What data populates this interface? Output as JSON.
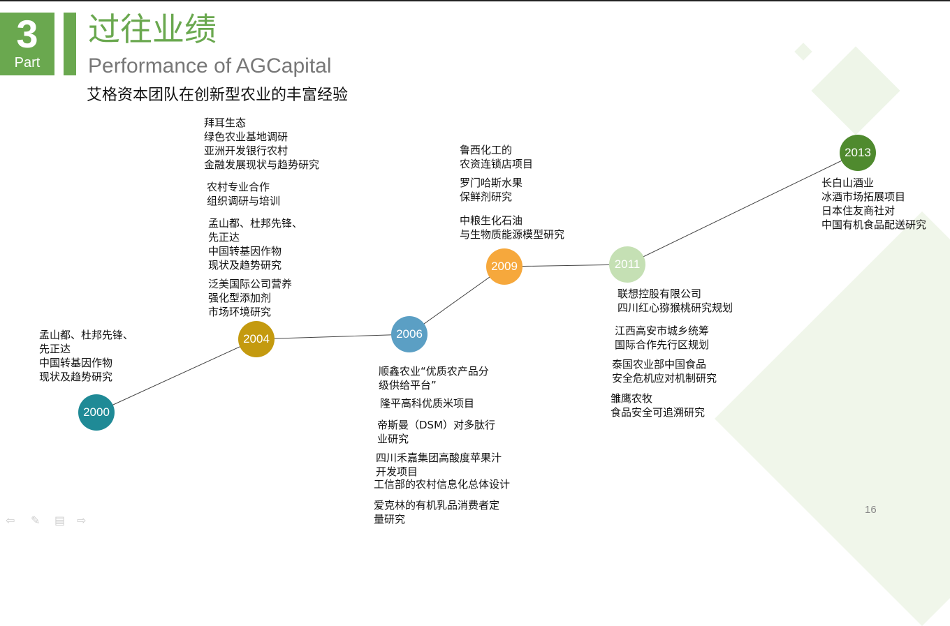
{
  "header": {
    "part_number": "3",
    "part_label": "Part",
    "title": "过往业绩",
    "subtitle": "Performance of AGCapital",
    "tagline": "艾格资本团队在创新型农业的丰富经验"
  },
  "timeline": [
    {
      "year": "2000",
      "color": "#1f8a96"
    },
    {
      "year": "2004",
      "color": "#c49a0f"
    },
    {
      "year": "2006",
      "color": "#5b9fc4"
    },
    {
      "year": "2009",
      "color": "#f6a83c"
    },
    {
      "year": "2011",
      "color": "#c5e0b4"
    },
    {
      "year": "2013",
      "color": "#4f8a2e"
    }
  ],
  "projects": {
    "y2000": [
      [
        "孟山都、杜邦先锋、",
        "先正达",
        "中国转基因作物",
        "现状及趋势研究"
      ]
    ],
    "y2004": [
      [
        "拜耳生态",
        "绿色农业基地调研",
        "亚洲开发银行农村",
        "金融发展现状与趋势研究"
      ],
      [
        "农村专业合作",
        "组织调研与培训"
      ],
      [
        "孟山都、杜邦先锋、",
        "先正达",
        "中国转基因作物",
        "现状及趋势研究"
      ],
      [
        "泛美国际公司营养",
        "强化型添加剂",
        "市场环境研究"
      ]
    ],
    "y2006": [
      [
        "顺鑫农业“优质农产品分",
        "级供给平台”"
      ],
      [
        "隆平高科优质米项目"
      ],
      [
        "帝斯曼（DSM）对多肽行",
        "业研究"
      ],
      [
        "四川禾嘉集团高酸度苹果汁",
        "开发项目"
      ],
      [
        "工信部的农村信息化总体设计"
      ],
      [
        "爱克林的有机乳品消费者定",
        "量研究"
      ]
    ],
    "y2009": [
      [
        "鲁西化工的",
        "农资连锁店项目"
      ],
      [
        "罗门哈斯水果",
        "保鲜剂研究"
      ],
      [
        "中粮生化石油",
        "与生物质能源模型研究"
      ]
    ],
    "y2011": [
      [
        "联想控股有限公司",
        "四川红心猕猴桃研究规划"
      ],
      [
        "江西高安市城乡统筹",
        "国际合作先行区规划"
      ],
      [
        "泰国农业部中国食品",
        "安全危机应对机制研究"
      ],
      [
        "雏鹰农牧",
        "食品安全可追溯研究"
      ]
    ],
    "y2013": [
      [
        "长白山酒业",
        "冰酒市场拓展项目",
        "日本住友商社对",
        "中国有机食品配送研究"
      ]
    ]
  },
  "page_number": "16"
}
